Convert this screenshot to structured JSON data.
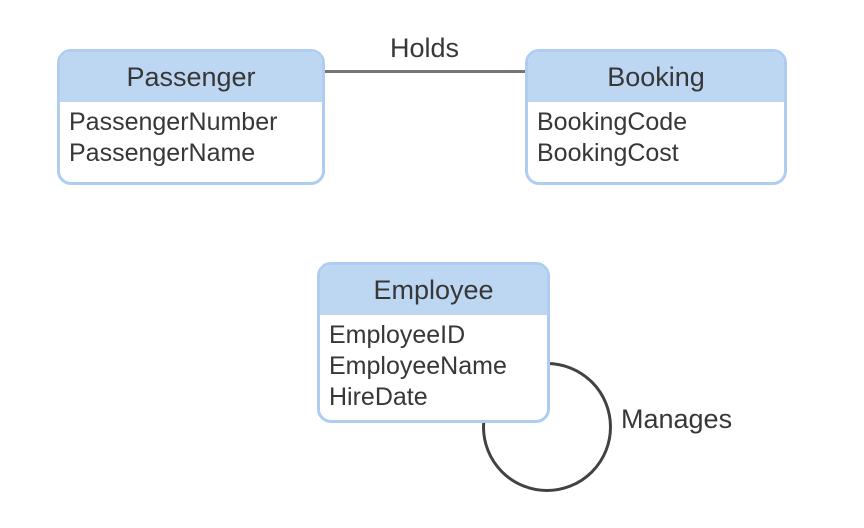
{
  "diagram": {
    "type": "entity-relationship",
    "entities": [
      {
        "name": "Passenger",
        "attributes": [
          "PassengerNumber",
          "PassengerName"
        ]
      },
      {
        "name": "Booking",
        "attributes": [
          "BookingCode",
          "BookingCost"
        ]
      },
      {
        "name": "Employee",
        "attributes": [
          "EmployeeID",
          "EmployeeName",
          "HireDate"
        ]
      }
    ],
    "relationships": [
      {
        "label": "Holds",
        "type": "binary",
        "from": "Passenger",
        "to": "Booking"
      },
      {
        "label": "Manages",
        "type": "recursive",
        "entity": "Employee"
      }
    ],
    "colors": {
      "entity_header": "#bdd7f2",
      "entity_border": "#aecdf0",
      "entity_body": "#ffffff",
      "connector_line": "#757575",
      "loop_stroke": "#424242",
      "text": "#373737"
    }
  }
}
